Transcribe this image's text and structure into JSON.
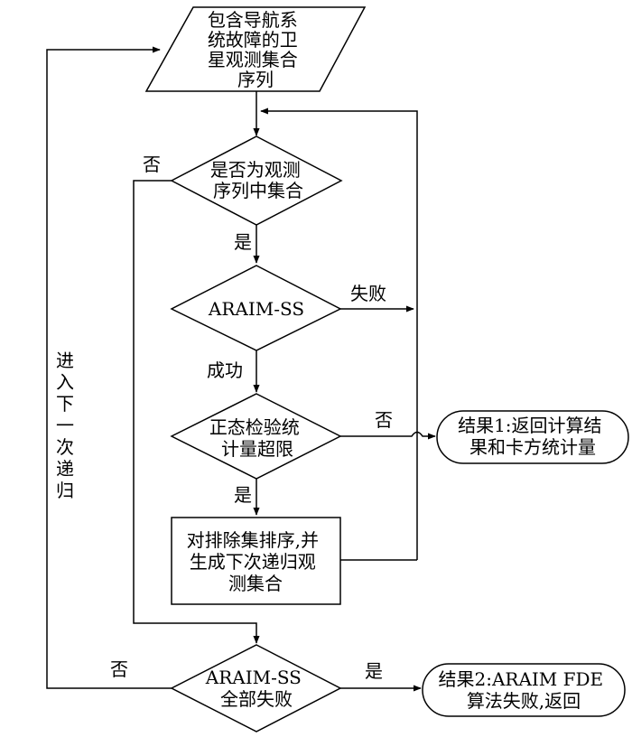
{
  "nodes": {
    "input": {
      "lines": [
        "包含导航系",
        "统故障的卫",
        "星观测集合",
        "序列"
      ]
    },
    "decision_in_sequence": {
      "lines": [
        "是否为观测",
        "序列中集合"
      ]
    },
    "araim_ss": {
      "lines": [
        "ARAIM-SS"
      ]
    },
    "chi_square_check": {
      "lines": [
        "正态检验统",
        "计量超限"
      ]
    },
    "sort_exclusion": {
      "lines": [
        "对排除集排序,并",
        "生成下次递归观",
        "测集合"
      ]
    },
    "all_failed": {
      "lines": [
        "ARAIM-SS",
        "全部失败"
      ]
    },
    "result1": {
      "lines": [
        "结果1:返回计算结",
        "果和卡方统计量"
      ]
    },
    "result2": {
      "lines": [
        "结果2:ARAIM FDE",
        "算法失败,返回"
      ]
    }
  },
  "edge_labels": {
    "in_sequence_no": "否",
    "in_sequence_yes": "是",
    "araim_fail": "失败",
    "araim_success": "成功",
    "check_no": "否",
    "check_yes": "是",
    "all_failed_no": "否",
    "all_failed_yes": "是",
    "next_recursion": "进入下一次递归"
  }
}
